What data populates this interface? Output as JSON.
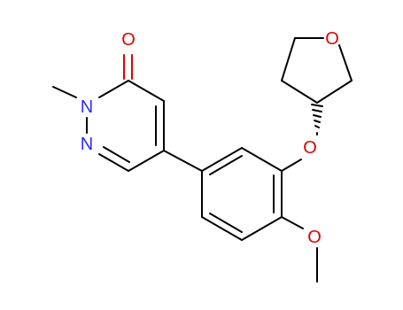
{
  "molecule": {
    "atom_labels": {
      "carbonyl_o": "O",
      "n_methyl": "N",
      "n_imine": "N",
      "ether_o": "O",
      "ring_o": "O",
      "methoxy_o": "O"
    },
    "colors": {
      "bond": "#000000",
      "oxygen": "#e00000",
      "nitrogen": "#2c2cff",
      "background": "#ffffff"
    }
  }
}
